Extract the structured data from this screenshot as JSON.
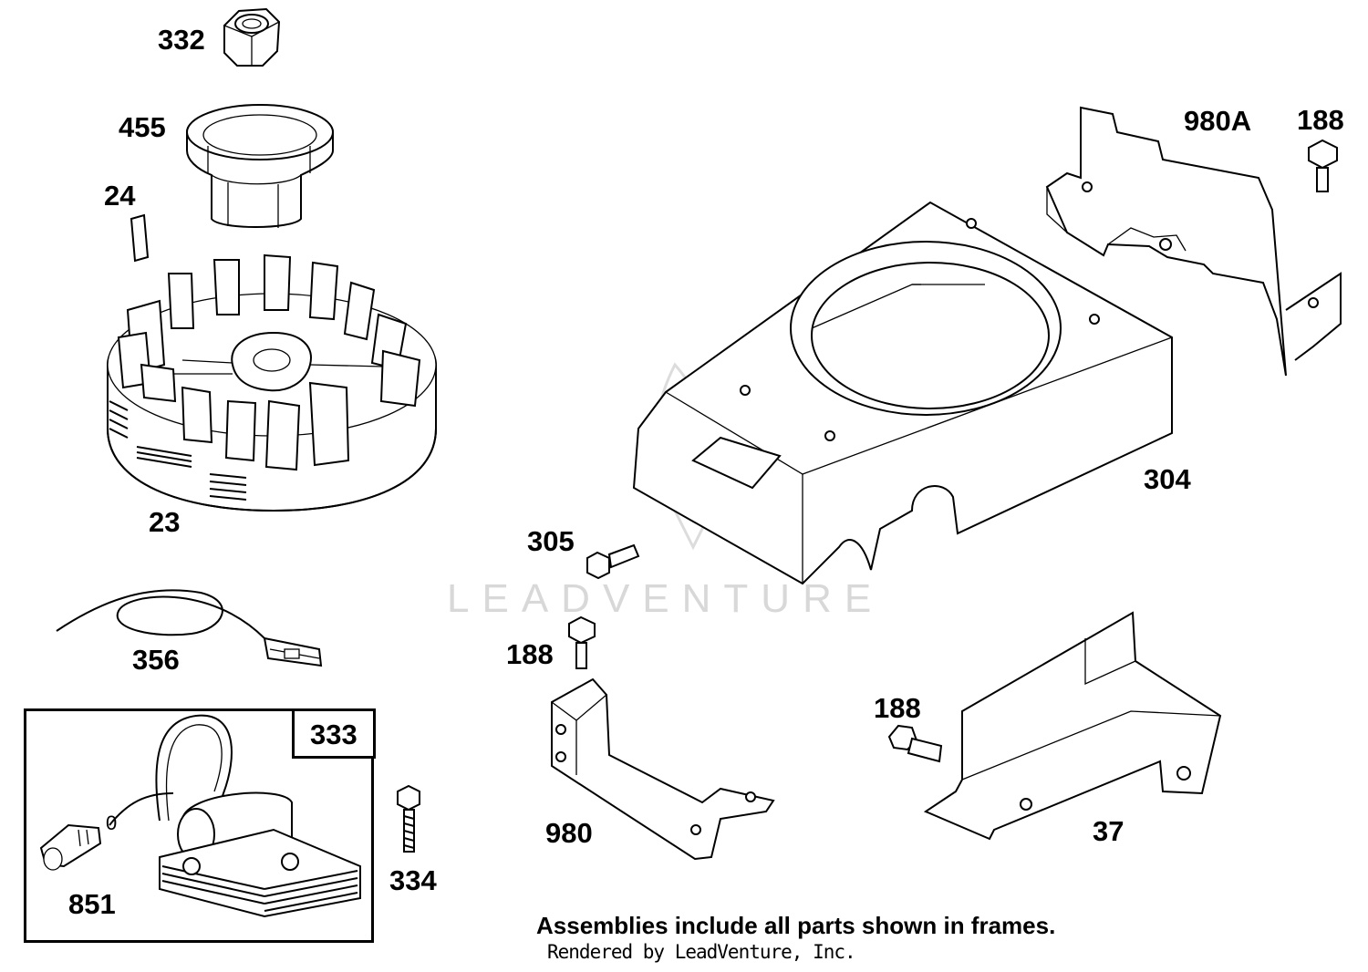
{
  "callouts": {
    "p332": "332",
    "p455": "455",
    "p24": "24",
    "p23": "23",
    "p356": "356",
    "p333": "333",
    "p851": "851",
    "p334": "334",
    "p980A": "980A",
    "p188a": "188",
    "p304": "304",
    "p305": "305",
    "p188b": "188",
    "p980": "980",
    "p188c": "188",
    "p37": "37"
  },
  "footer": {
    "note": "Assemblies include all parts shown in frames.",
    "credit": "Rendered by LeadVenture, Inc."
  },
  "watermark": {
    "text": "LEADVENTURE"
  },
  "icons": {
    "nut": "hex-nut-icon",
    "cup": "starter-cup-icon",
    "key": "flywheel-key-icon",
    "flywheel": "flywheel-icon",
    "wire": "ground-wire-icon",
    "armature": "armature-coil-icon",
    "screw": "hex-screw-icon",
    "housing": "blower-housing-icon",
    "bracket": "bracket-icon",
    "guard": "guard-plate-icon"
  }
}
